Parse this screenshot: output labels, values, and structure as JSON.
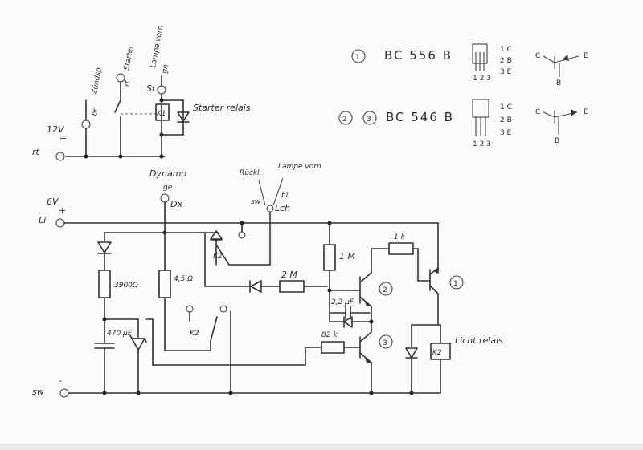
{
  "top": {
    "terminals": [
      {
        "name": "Zundsp",
        "label": "Zündsp.",
        "wire": "br"
      },
      {
        "name": "Starter",
        "label": "Starter",
        "wire": "rt"
      },
      {
        "name": "Lampe",
        "label": "Lampe vorn",
        "wire": "gn"
      }
    ],
    "st_label": "St",
    "relay_label": "K1",
    "relay_text": "Starter relais",
    "supply": "12V",
    "plus": "+",
    "rt": "rt"
  },
  "transistors": {
    "t1": {
      "num": "1",
      "type": "BC 556 B",
      "pins": [
        "1 C",
        "2 B",
        "3 E"
      ],
      "pin_nums": "1 2 3"
    },
    "t23": {
      "num_a": "2",
      "num_b": "3",
      "type": "BC 546 B",
      "pins": [
        "1 C",
        "2 B",
        "3 E"
      ],
      "pin_nums": "1 2 3"
    },
    "symbol": {
      "c": "C",
      "e": "E",
      "b": "B"
    }
  },
  "main": {
    "dynamo": "Dynamo",
    "dynamo_wire": "ge",
    "dx": "Dx",
    "ruck": "Rückl.",
    "lampe_vorn": "Lampe vorn",
    "sw_lbl": "sw",
    "bl": "bl",
    "lch": "Lch",
    "supply": "6V",
    "plus": "+",
    "li": "Li",
    "k2": "K2",
    "k2b": "K2",
    "r3900": "3900Ω",
    "r45": "4,5 Ω",
    "r2m": "2 M",
    "r1m": "1 M",
    "r1k": "1 k",
    "c22": "2,2 µF",
    "r82k": "82 k",
    "c470": "470 µF",
    "t2": "2",
    "t3": "3",
    "t1": "1",
    "k2relay": "K2",
    "licht": "Licht relais",
    "minus": "-",
    "sw_ground": "sw"
  }
}
